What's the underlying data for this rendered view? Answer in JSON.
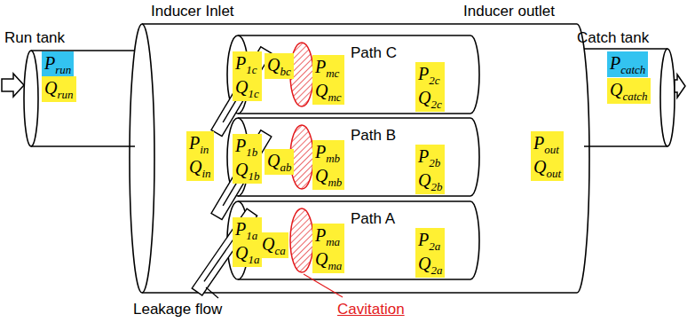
{
  "diagram": {
    "nodes": [
      {
        "text": [
          "Run tank"
        ]
      },
      {
        "text": [
          "Prun"
        ],
        "in": 0
      },
      {
        "text": [
          "Qrun"
        ],
        "in": 0
      },
      {
        "text": [
          "Inducer Inlet",
          "Inducer outlet"
        ]
      },
      {
        "text": [
          "Pin",
          "Qin"
        ],
        "in": 3
      },
      {
        "text": [
          "Path C"
        ],
        "in": 3
      },
      {
        "text": [
          "P1c",
          "Q1c"
        ],
        "in": 5
      },
      {
        "text": [
          "Qbc"
        ],
        "in": 5
      },
      {
        "text": [
          "Pmc",
          "Qmc"
        ],
        "in": 5
      },
      {
        "text": [
          "P2c",
          "Q2c"
        ],
        "in": 5
      },
      {
        "text": [
          "Path B"
        ],
        "in": 3
      },
      {
        "text": [
          "P1b",
          "Q1b"
        ],
        "in": 10
      },
      {
        "text": [
          "Qab"
        ],
        "in": 10
      },
      {
        "text": [
          "Pmb",
          "Qmb"
        ],
        "in": 10
      },
      {
        "text": [
          "P2b",
          "Q2b"
        ],
        "in": 10
      },
      {
        "text": [
          "Path A"
        ],
        "in": 3
      },
      {
        "text": [
          "P1a",
          "Q1a"
        ],
        "in": 15
      },
      {
        "text": [
          "Qca"
        ],
        "in": 15
      },
      {
        "text": [
          "Pma",
          "Qma"
        ],
        "in": 15
      },
      {
        "text": [
          "P2a",
          "Q2a"
        ],
        "in": 15
      },
      {
        "text": [
          "Pout",
          "Qout"
        ],
        "in": 3
      },
      {
        "text": [
          "Catch tank"
        ]
      },
      {
        "text": [
          "Pcatch"
        ],
        "in": 21
      },
      {
        "text": [
          "Qcatch"
        ],
        "in": 21
      }
    ],
    "labels": [
      "Leakage flow",
      "Cavitation"
    ]
  }
}
